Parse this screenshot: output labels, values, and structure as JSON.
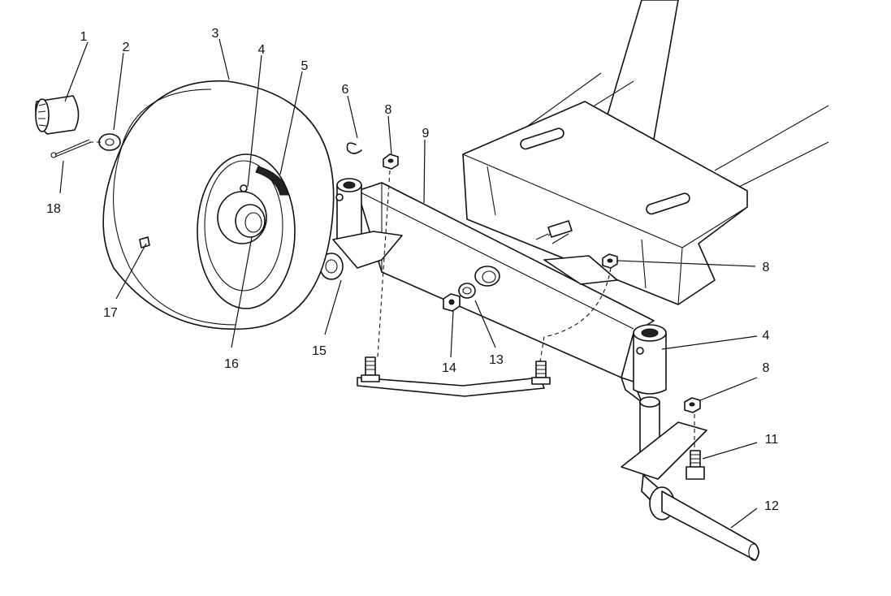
{
  "callouts": [
    {
      "id": "c1",
      "label": "1"
    },
    {
      "id": "c2",
      "label": "2"
    },
    {
      "id": "c3",
      "label": "3"
    },
    {
      "id": "c4a",
      "label": "4"
    },
    {
      "id": "c5",
      "label": "5"
    },
    {
      "id": "c6",
      "label": "6"
    },
    {
      "id": "c8a",
      "label": "8"
    },
    {
      "id": "c9",
      "label": "9"
    },
    {
      "id": "c18",
      "label": "18"
    },
    {
      "id": "c8b",
      "label": "8"
    },
    {
      "id": "c17",
      "label": "17"
    },
    {
      "id": "c4b",
      "label": "4"
    },
    {
      "id": "c15",
      "label": "15"
    },
    {
      "id": "c13",
      "label": "13"
    },
    {
      "id": "c16",
      "label": "16"
    },
    {
      "id": "c14",
      "label": "14"
    },
    {
      "id": "c8c",
      "label": "8"
    },
    {
      "id": "c11",
      "label": "11"
    },
    {
      "id": "c12",
      "label": "12"
    }
  ]
}
